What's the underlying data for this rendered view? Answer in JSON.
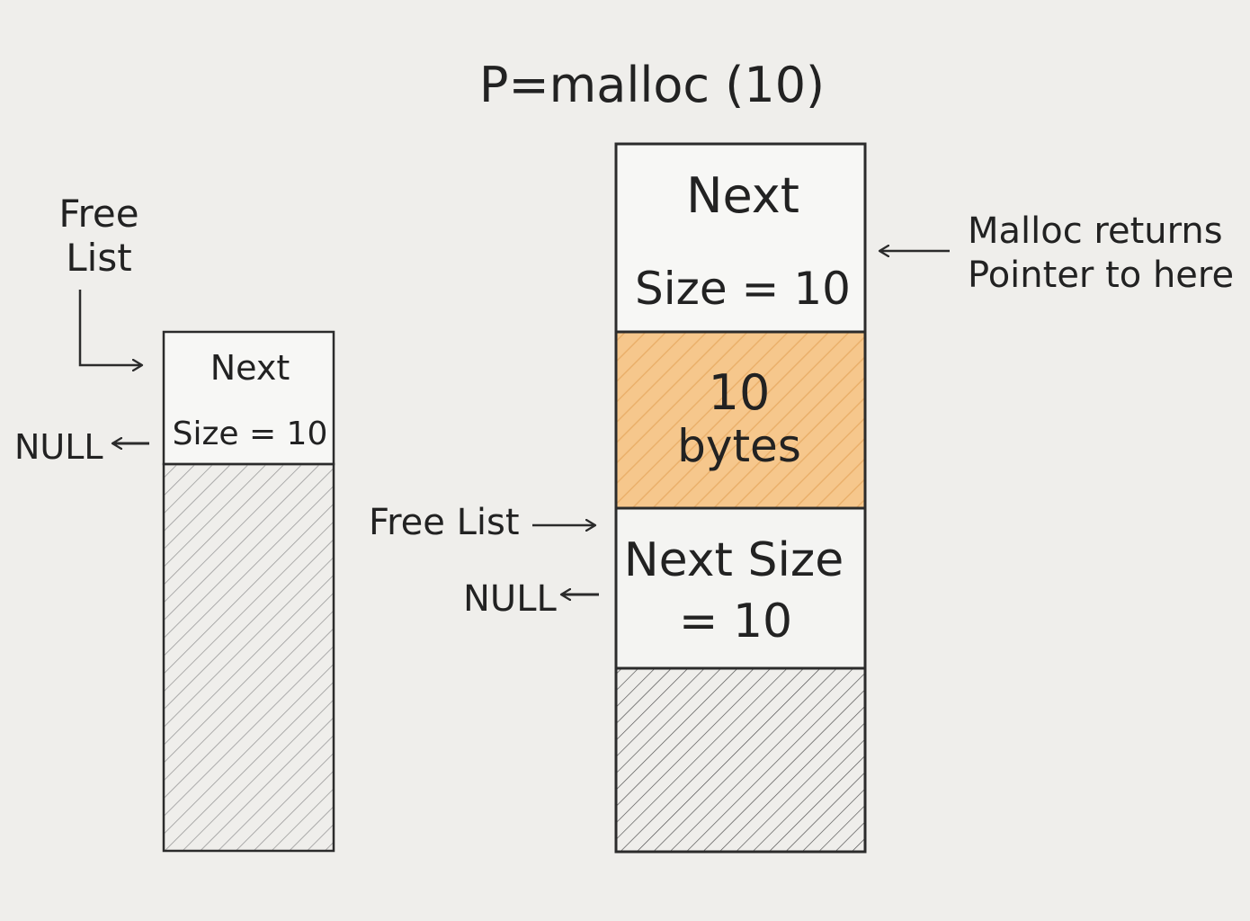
{
  "title": "P=malloc (10)",
  "left_block": {
    "pointer_label_line1": "Free",
    "pointer_label_line2": "List",
    "header_next": "Next",
    "header_size": "Size = 10",
    "null_label": "NULL"
  },
  "right_block": {
    "header_next": "Next",
    "header_size": "Size = 10",
    "allocated_line1": "10",
    "allocated_line2": "bytes",
    "free_header_line1": "Next Size",
    "free_header_line2": "= 10",
    "return_note_line1": "Malloc returns",
    "return_note_line2": "Pointer to here",
    "free_list_label": "Free List",
    "null_label": "NULL"
  },
  "colors": {
    "background": "#efeeeb",
    "block_fill": "#f7f7f5",
    "stroke": "#2b2b2b",
    "allocated": "#f6c78c",
    "allocated_hatch": "#eaa85e",
    "hatch": "#8a8a8a"
  }
}
